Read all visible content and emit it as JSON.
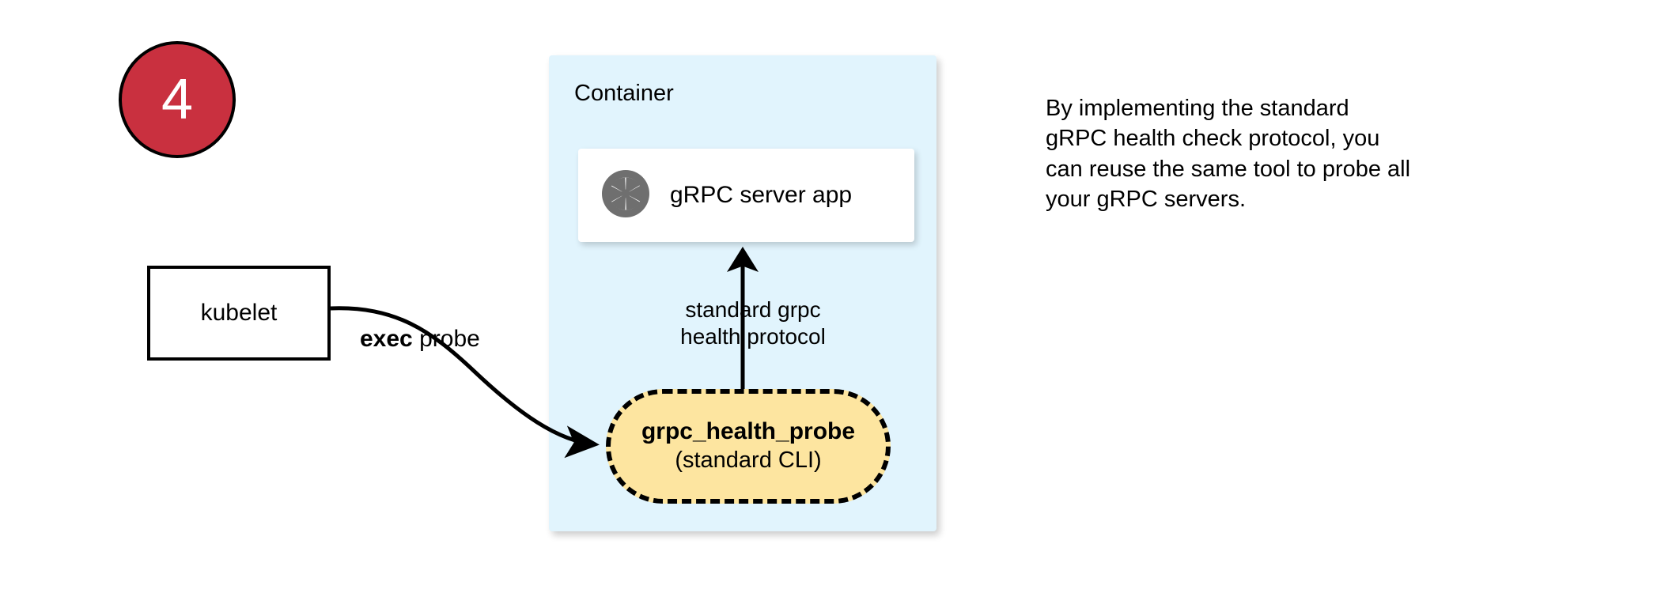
{
  "step": {
    "number": "4"
  },
  "kubelet": {
    "label": "kubelet"
  },
  "container": {
    "title": "Container"
  },
  "grpc_server": {
    "label": "gRPC server app",
    "icon": "aperture-icon"
  },
  "probe": {
    "name": "grpc_health_probe",
    "subtitle": "(standard CLI)"
  },
  "edges": {
    "exec_probe_strong": "exec",
    "exec_probe_rest": " probe",
    "protocol_line1": "standard grpc",
    "protocol_line2": "health protocol"
  },
  "note": {
    "line1": "By implementing the standard",
    "line2": "gRPC health check protocol, you",
    "line3": "can reuse the same tool to probe all",
    "line4": "your gRPC servers."
  },
  "colors": {
    "badge_red": "#c9303f",
    "container_blue": "#e1f4fd",
    "probe_yellow": "#fde5a0",
    "icon_gray": "#6f6f6f",
    "stroke_black": "#000000",
    "card_white": "#ffffff"
  }
}
